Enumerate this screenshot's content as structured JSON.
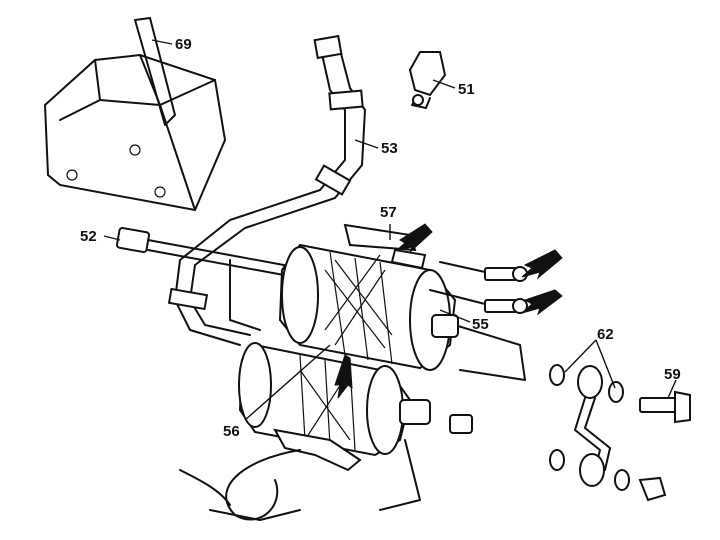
{
  "callouts": {
    "c51": "51",
    "c52": "52",
    "c53": "53",
    "c55": "55",
    "c56": "56",
    "c57": "57",
    "c59": "59",
    "c62": "62",
    "c69": "69"
  }
}
